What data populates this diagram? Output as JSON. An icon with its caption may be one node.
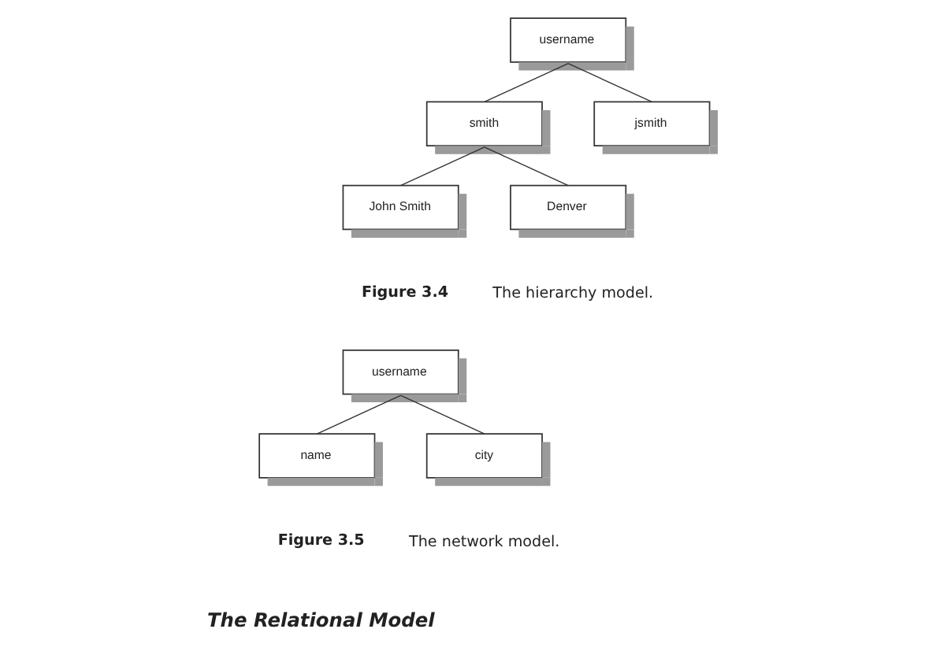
{
  "diagram": {
    "nodes": [
      {
        "text": [
          "username"
        ]
      },
      {
        "text": [
          "smith"
        ]
      },
      {
        "text": [
          "jsmith"
        ]
      },
      {
        "text": [
          "John Smith"
        ]
      },
      {
        "text": [
          "Denver"
        ]
      },
      {
        "text": [
          "username"
        ]
      },
      {
        "text": [
          "name"
        ]
      },
      {
        "text": [
          "city"
        ]
      }
    ],
    "edges": [
      {
        "from": 0,
        "to": 1,
        "arrow": "none"
      },
      {
        "from": 0,
        "to": 2,
        "arrow": "none"
      },
      {
        "from": 1,
        "to": 3,
        "arrow": "none"
      },
      {
        "from": 1,
        "to": 4,
        "arrow": "none"
      },
      {
        "from": 5,
        "to": 6,
        "arrow": "none"
      },
      {
        "from": 5,
        "to": 7,
        "arrow": "none"
      }
    ],
    "labels": [
      "Figure 3.4",
      "The hierarchy model.",
      "Figure 3.5",
      "The network model.",
      "The Relational Model"
    ]
  }
}
